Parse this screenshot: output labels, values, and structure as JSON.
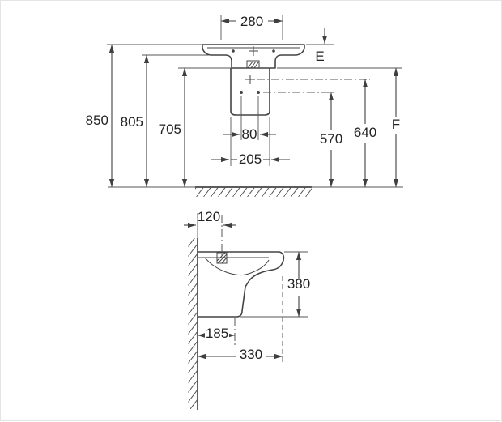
{
  "colors": {
    "line": "#444444",
    "text": "#222222",
    "background": "#ffffff"
  },
  "front_view": {
    "dims": {
      "width_280": "280",
      "label_E": "E",
      "height_850": "850",
      "height_805": "805",
      "height_705": "705",
      "holes_80": "80",
      "pedestal_205": "205",
      "height_570": "570",
      "height_640": "640",
      "label_F": "F"
    }
  },
  "side_view": {
    "dims": {
      "tap_120": "120",
      "height_380": "380",
      "drain_185": "185",
      "depth_330": "330"
    }
  }
}
